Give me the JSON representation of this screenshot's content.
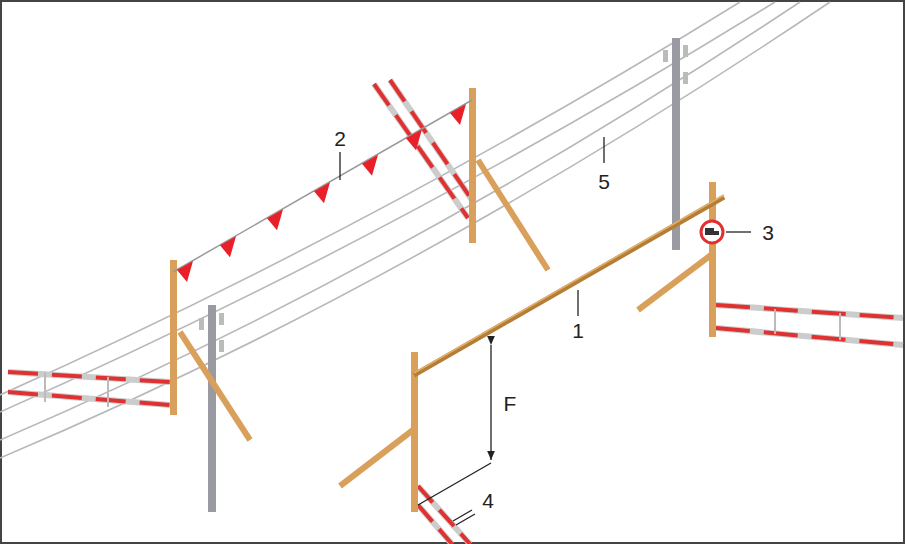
{
  "diagram": {
    "labels": [
      "2",
      "5",
      "3",
      "1",
      "F",
      "4"
    ]
  }
}
